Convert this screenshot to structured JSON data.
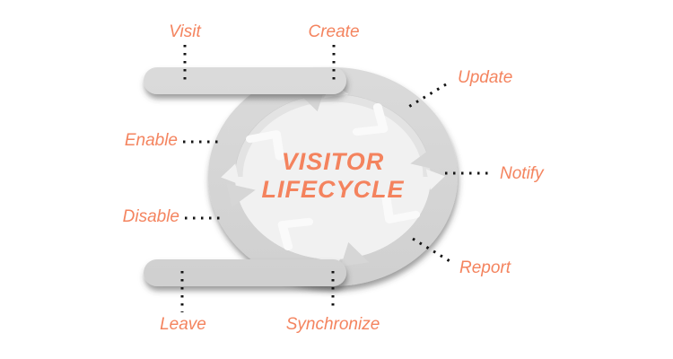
{
  "title": {
    "line1": "VISITOR",
    "line2": "LIFECYCLE"
  },
  "labels": {
    "visit": "Visit",
    "create": "Create",
    "update": "Update",
    "notify": "Notify",
    "report": "Report",
    "synchronize": "Synchronize",
    "leave": "Leave",
    "disable": "Disable",
    "enable": "Enable"
  },
  "colors": {
    "accent": "#F4845F",
    "shape_gray": "#D6D6D6",
    "inner_disc": "#F1F1F1",
    "connector": "#141414",
    "background": "#FFFFFF"
  }
}
